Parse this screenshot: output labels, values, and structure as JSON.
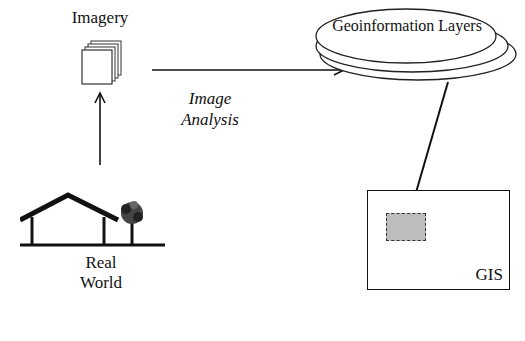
{
  "diagram": {
    "nodes": [
      {
        "text": [
          "Imagery"
        ]
      },
      {
        "text": [
          "Geoinformation Layers"
        ]
      },
      {
        "text": [
          "Real World"
        ]
      },
      {
        "text": [
          "GIS"
        ]
      }
    ],
    "edges": [
      {
        "from": 2,
        "to": 0,
        "arrow": "to"
      },
      {
        "from": 0,
        "to": 1,
        "arrow": "to",
        "label": "Image Analysis"
      },
      {
        "from": 1,
        "to": 3,
        "arrow": "to"
      }
    ]
  }
}
